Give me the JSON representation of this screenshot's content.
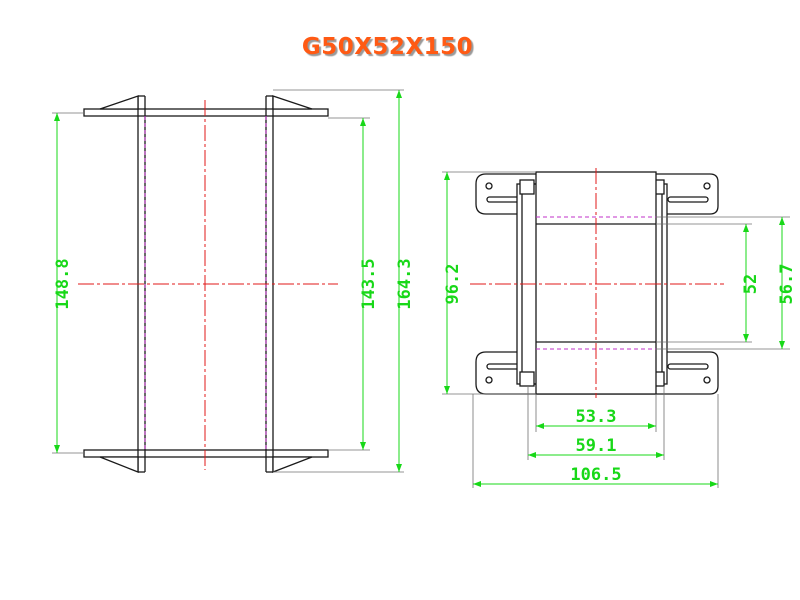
{
  "title": "G50X52X150",
  "colors": {
    "title": "#ff5a14",
    "dimension": "#18d818",
    "centerline": "#e01818",
    "hidden_line": "#c030c8",
    "outline": "#1a1a1a"
  },
  "dimensions": {
    "left_inner_height": "148.8",
    "left_window_height": "143.5",
    "left_overall_height": "164.3",
    "right_overall_height": "96.2",
    "right_core_height": "52",
    "right_inner_height": "56.7",
    "core_width": "53.3",
    "bobbin_width": "59.1",
    "overall_width": "106.5"
  }
}
